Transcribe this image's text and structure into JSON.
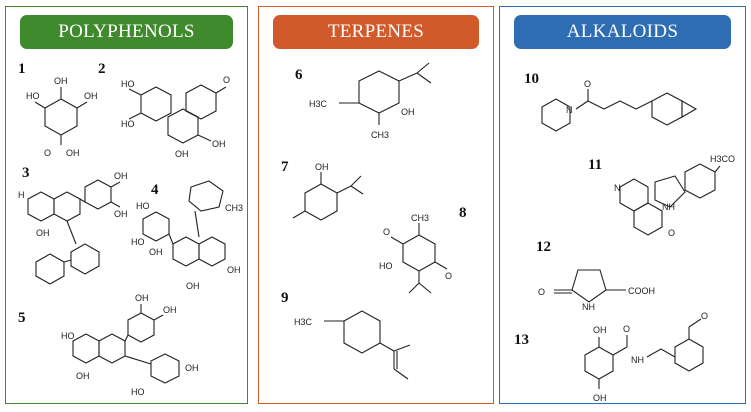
{
  "panels": [
    {
      "title": "POLYPHENOLS",
      "color": "#3f8a2c"
    },
    {
      "title": "TERPENES",
      "color": "#d05a2a"
    },
    {
      "title": "ALKALOIDS",
      "color": "#2f6db3"
    }
  ],
  "compounds": [
    {
      "number": "1"
    },
    {
      "number": "2"
    },
    {
      "number": "3"
    },
    {
      "number": "4"
    },
    {
      "number": "5"
    },
    {
      "number": "6"
    },
    {
      "number": "7"
    },
    {
      "number": "8"
    },
    {
      "number": "9"
    },
    {
      "number": "10"
    },
    {
      "number": "11"
    },
    {
      "number": "12"
    },
    {
      "number": "13"
    }
  ],
  "atom_labels": {
    "oh": "OH",
    "ho": "HO",
    "o": "O",
    "nh": "NH",
    "n": "N",
    "h": "H",
    "cooh": "COOH",
    "h3c": "H3C",
    "ch3": "CH3",
    "h3co": "H3CO",
    "ch3_ar": "CH3"
  }
}
